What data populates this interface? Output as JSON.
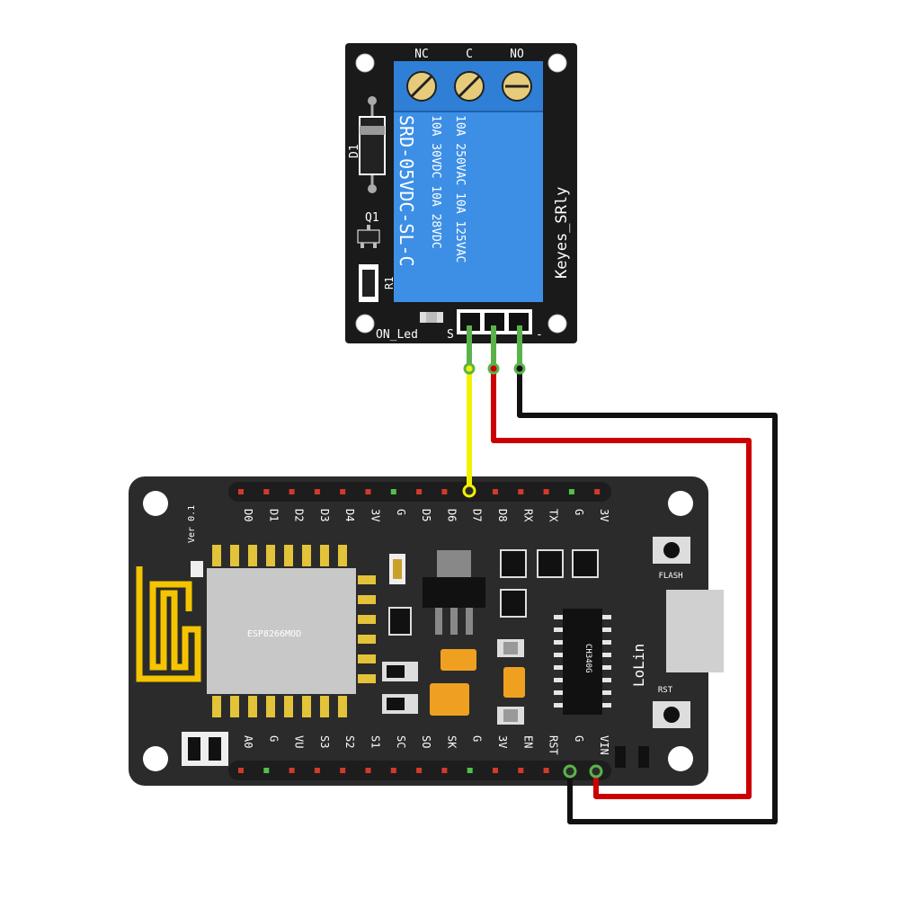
{
  "relay": {
    "terminals": [
      "NC",
      "C",
      "NO"
    ],
    "spec_line1": "10A 250VAC 10A 125VAC",
    "spec_line2": "10A 30VDC 10A 28VDC",
    "model": "SRD-05VDC-SL-C",
    "brand": "Keyes_SRly",
    "diode_label": "D1",
    "transistor_label": "Q1",
    "resistor_label": "R1",
    "led_label": "ON_Led",
    "signal_pin_label": "S",
    "minus_label": "-"
  },
  "board": {
    "version": "Ver 0.1",
    "top_pins": [
      "D0",
      "D1",
      "D2",
      "D3",
      "D4",
      "3V",
      "G",
      "D5",
      "D6",
      "D7",
      "D8",
      "RX",
      "TX",
      "G",
      "3V"
    ],
    "bottom_pins": [
      "A0",
      "G",
      "VU",
      "S3",
      "S2",
      "S1",
      "SC",
      "SO",
      "SK",
      "G",
      "3V",
      "EN",
      "RST",
      "G",
      "VIN"
    ],
    "module_label": "ESP8266MOD",
    "usb_chip": "CH340G",
    "brand": "LoLin",
    "flash_label": "FLASH",
    "rst_label": "RST"
  },
  "wires": {
    "signal_color": "#f2f200",
    "power_color": "#cc0000",
    "ground_color": "#111111",
    "pin_end_color": "#5ab34a"
  }
}
